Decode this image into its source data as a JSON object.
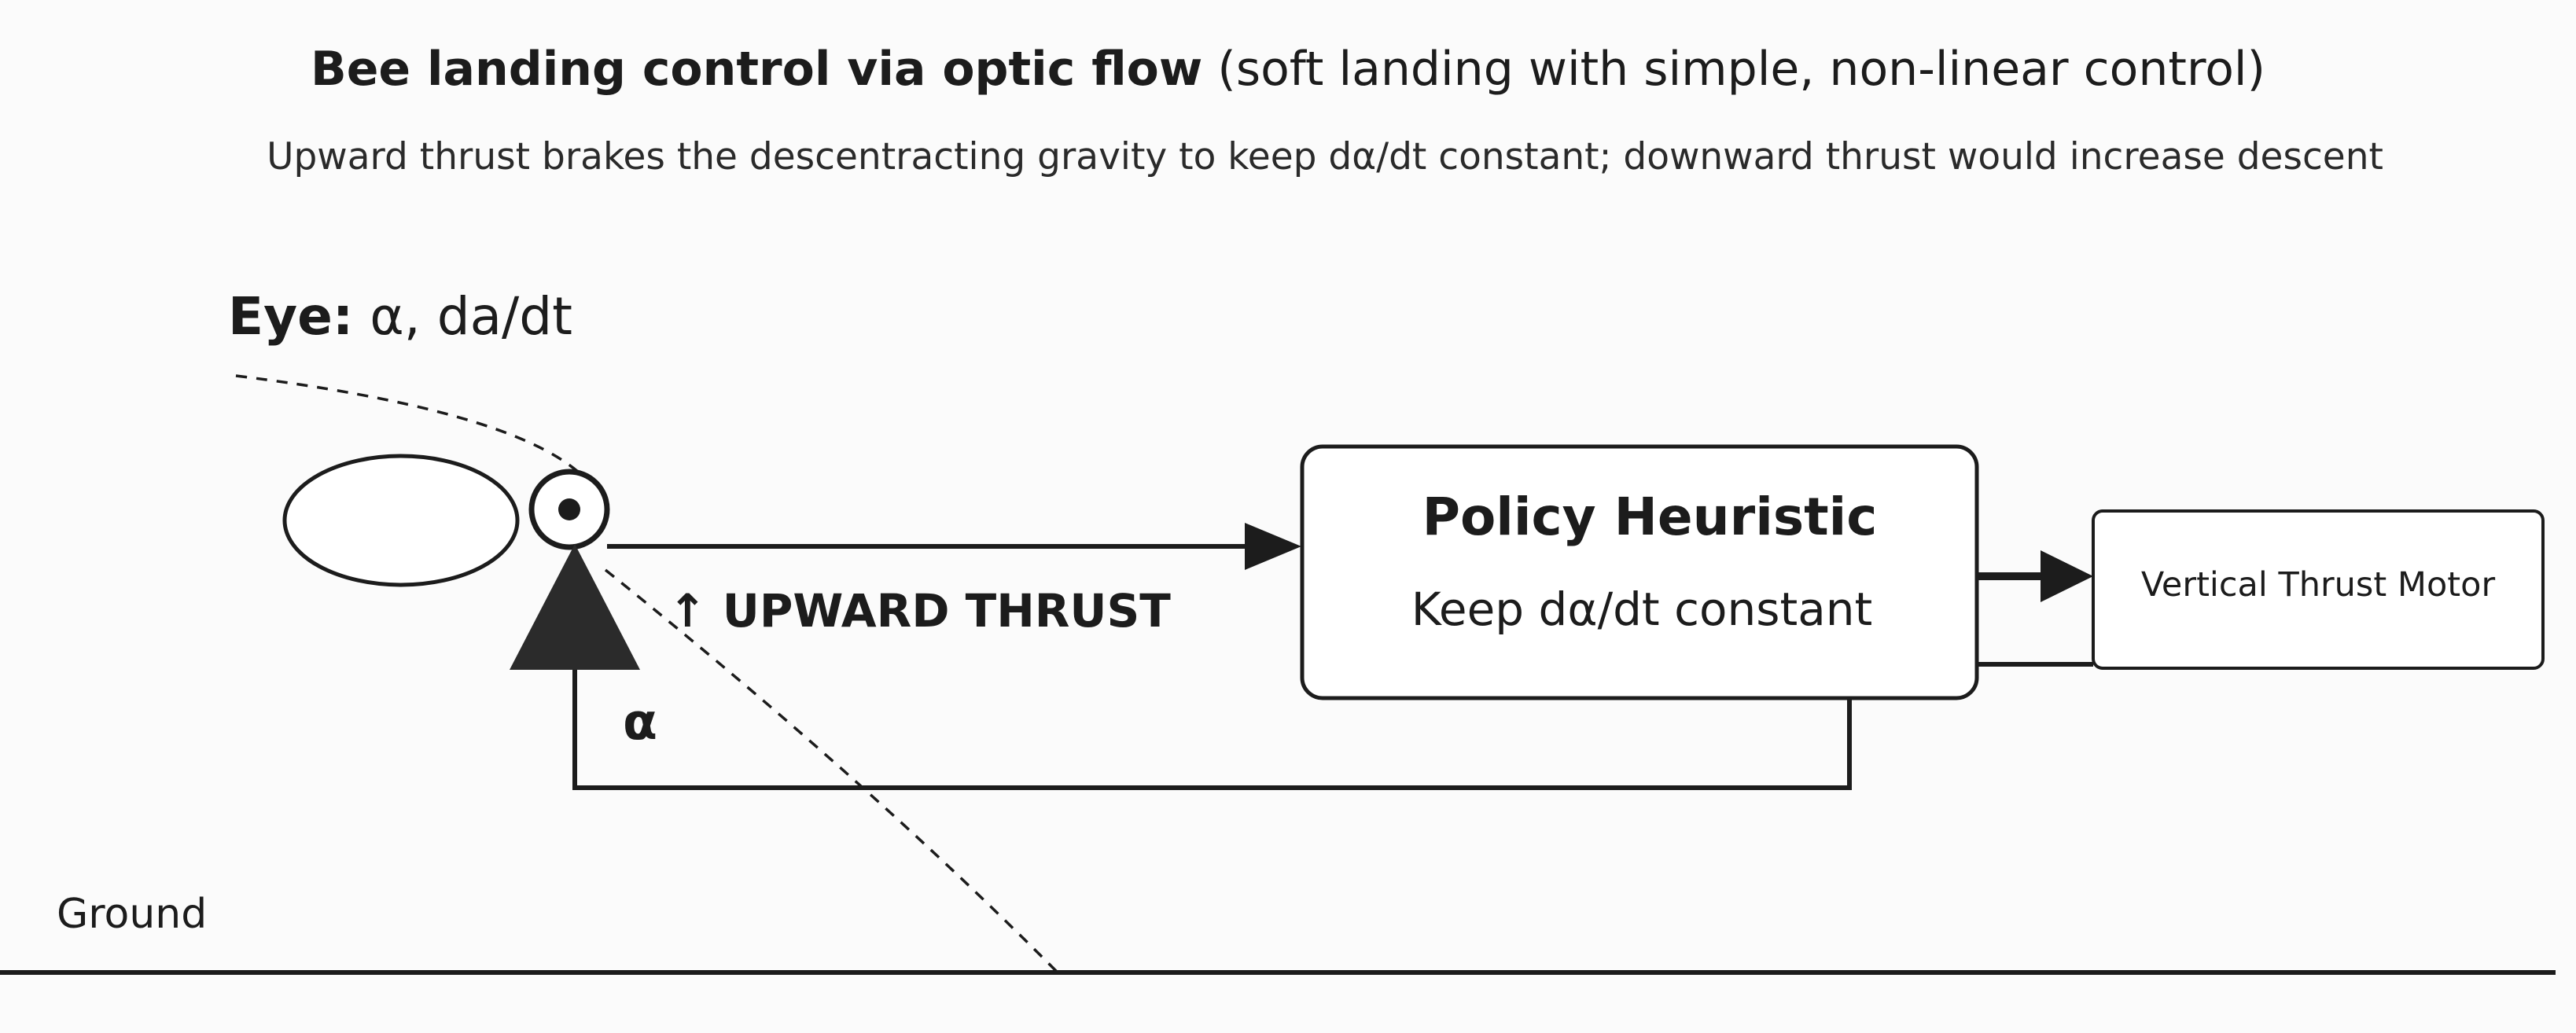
{
  "header": {
    "title_bold": "Bee landing control via optic flow",
    "title_rest": " (soft landing with simple, non-linear control)",
    "subtitle": "Upward thrust brakes the descentracting gravity to keep dα/dt constant; downward thrust would increase descent"
  },
  "eye": {
    "label_bold": "Eye:",
    "label_rest": " α, da/dt"
  },
  "signals": {
    "upward_thrust": "↑ UPWARD THRUST",
    "alpha": "α"
  },
  "policy": {
    "title": "Policy Heuristic",
    "rule": "Keep dα/dt constant"
  },
  "motor": {
    "label": "Vertical Thrust Motor"
  },
  "ground": {
    "label": "Ground"
  },
  "colors": {
    "ink": "#1c1c1c",
    "background": "#fbfbfb"
  }
}
